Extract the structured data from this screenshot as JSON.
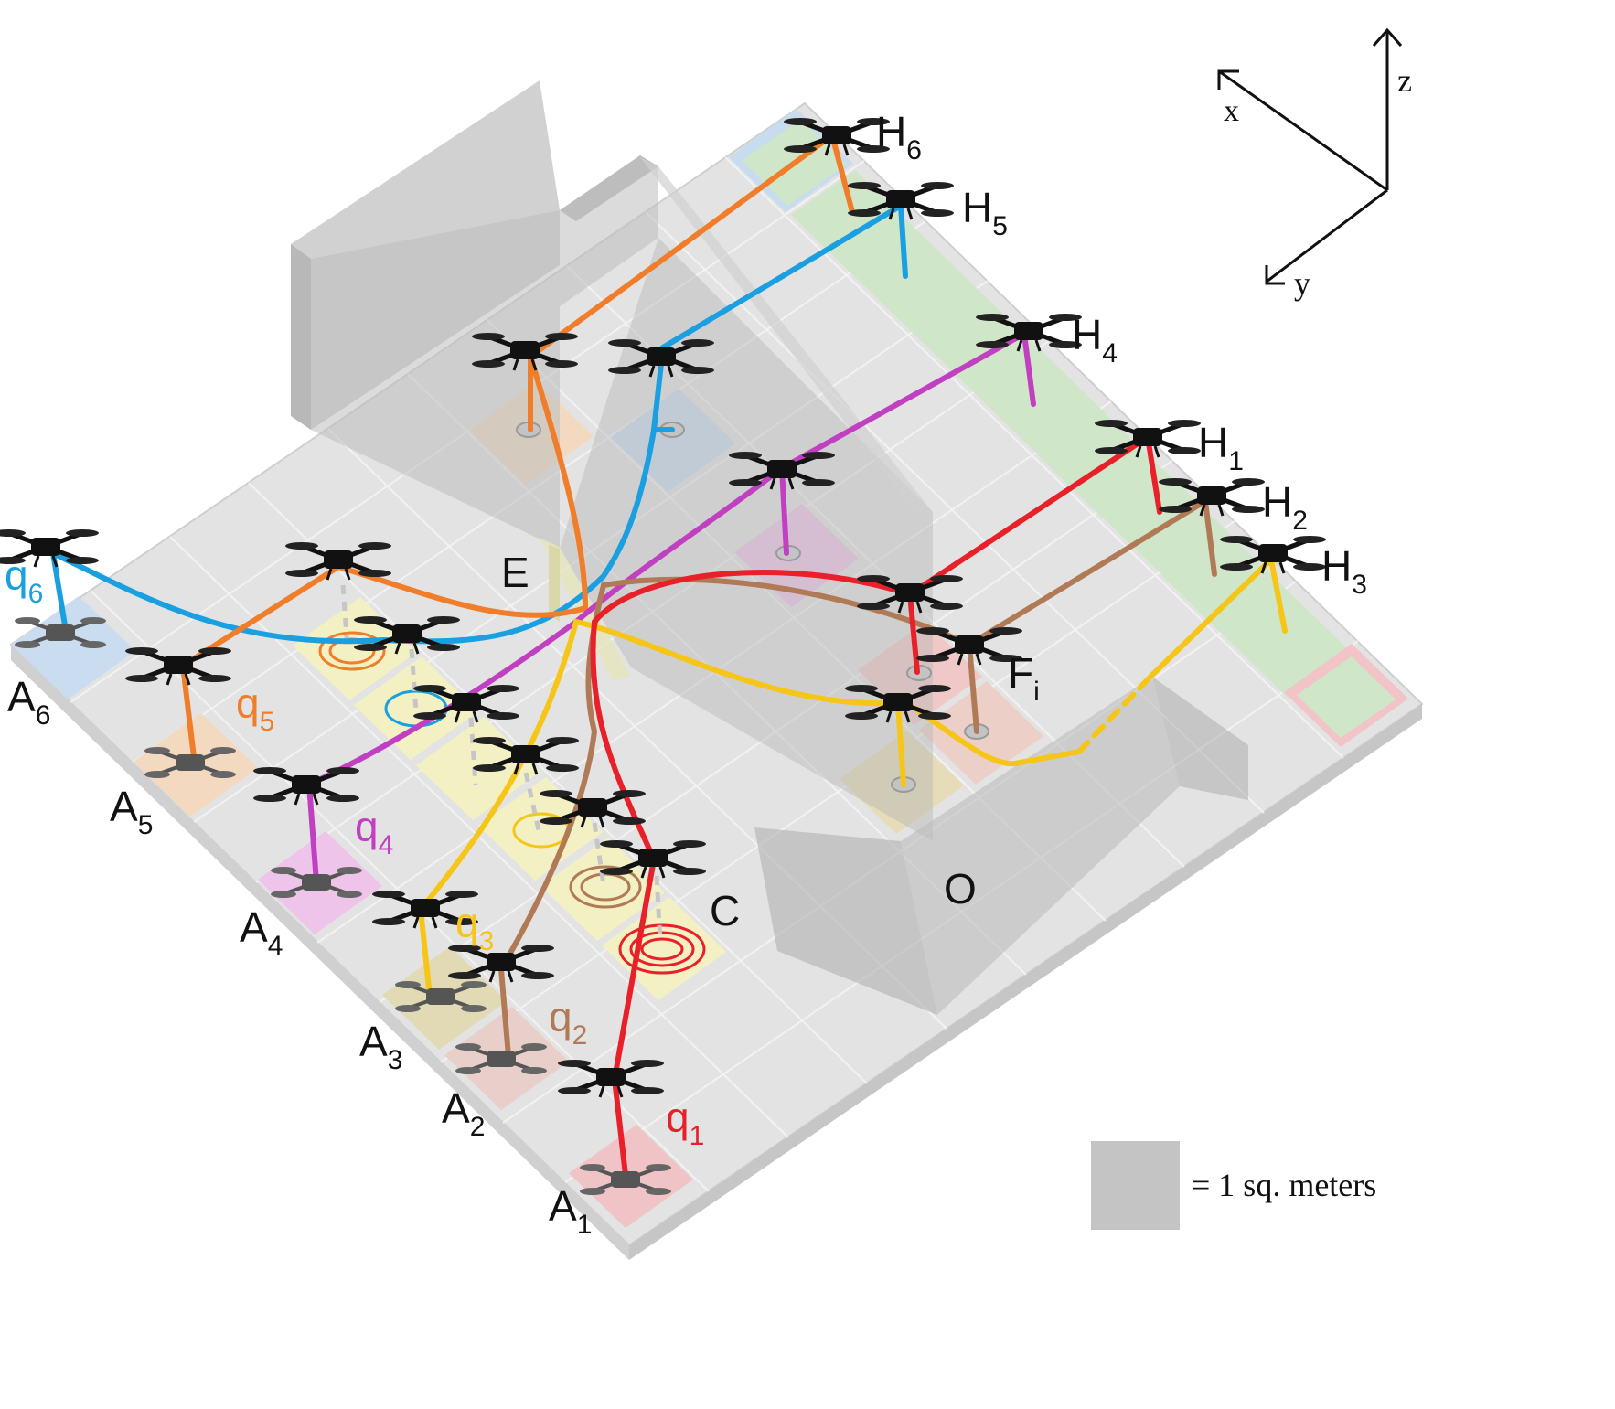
{
  "colors": {
    "q1": "#e8202a",
    "q2": "#b07a56",
    "q3": "#f5c518",
    "q4": "#c13fc1",
    "q5": "#f07d2a",
    "q6": "#1a9fe0",
    "floor": "#e2e2e2",
    "wall": "#b3b3b3",
    "green_zone": "#cfe6c8",
    "yellow_zone": "#f3f0c4"
  },
  "axes": {
    "x": "x",
    "y": "y",
    "z": "z"
  },
  "start_labels": [
    {
      "id": "A1",
      "main": "A",
      "sub": "1"
    },
    {
      "id": "A2",
      "main": "A",
      "sub": "2"
    },
    {
      "id": "A3",
      "main": "A",
      "sub": "3"
    },
    {
      "id": "A4",
      "main": "A",
      "sub": "4"
    },
    {
      "id": "A5",
      "main": "A",
      "sub": "5"
    },
    {
      "id": "A6",
      "main": "A",
      "sub": "6"
    }
  ],
  "goal_labels": [
    {
      "id": "H1",
      "main": "H",
      "sub": "1"
    },
    {
      "id": "H2",
      "main": "H",
      "sub": "2"
    },
    {
      "id": "H3",
      "main": "H",
      "sub": "3"
    },
    {
      "id": "H4",
      "main": "H",
      "sub": "4"
    },
    {
      "id": "H5",
      "main": "H",
      "sub": "5"
    },
    {
      "id": "H6",
      "main": "H",
      "sub": "6"
    }
  ],
  "drone_labels": [
    {
      "id": "q1",
      "main": "q",
      "sub": "1",
      "color_key": "q1"
    },
    {
      "id": "q2",
      "main": "q",
      "sub": "2",
      "color_key": "q2"
    },
    {
      "id": "q3",
      "main": "q",
      "sub": "3",
      "color_key": "q3"
    },
    {
      "id": "q4",
      "main": "q",
      "sub": "4",
      "color_key": "q4"
    },
    {
      "id": "q5",
      "main": "q",
      "sub": "5",
      "color_key": "q5"
    },
    {
      "id": "q6",
      "main": "q",
      "sub": "6",
      "color_key": "q6"
    }
  ],
  "region_labels": {
    "E": "E",
    "C": "C",
    "O": "O",
    "F": {
      "main": "F",
      "sub": "i"
    }
  },
  "legend": {
    "text": "= 1 sq. meters"
  }
}
